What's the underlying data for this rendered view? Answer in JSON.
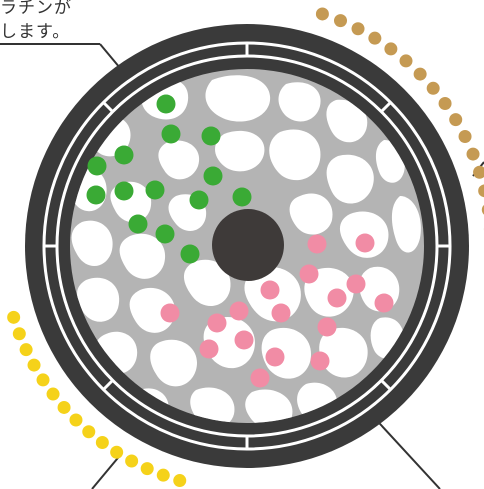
{
  "caption": {
    "lines": [
      "ラチンが",
      "します。"
    ]
  },
  "colors": {
    "background": "#ffffff",
    "outer_ring": "#3a3a3a",
    "ring_white_line": "#ffffff",
    "mesh": "#b4b4b4",
    "pores": "#ffffff",
    "center_hole": "#3e3a39",
    "green_dot": "#3aaa35",
    "pink_dot": "#f18ca5",
    "brown_dot": "#c59a53",
    "yellow_dot": "#f5d21a",
    "leader_line": "#333333"
  },
  "icons": {
    "center": "center-hole-icon",
    "green_group": "green-particle-group",
    "pink_group": "pink-particle-group"
  }
}
